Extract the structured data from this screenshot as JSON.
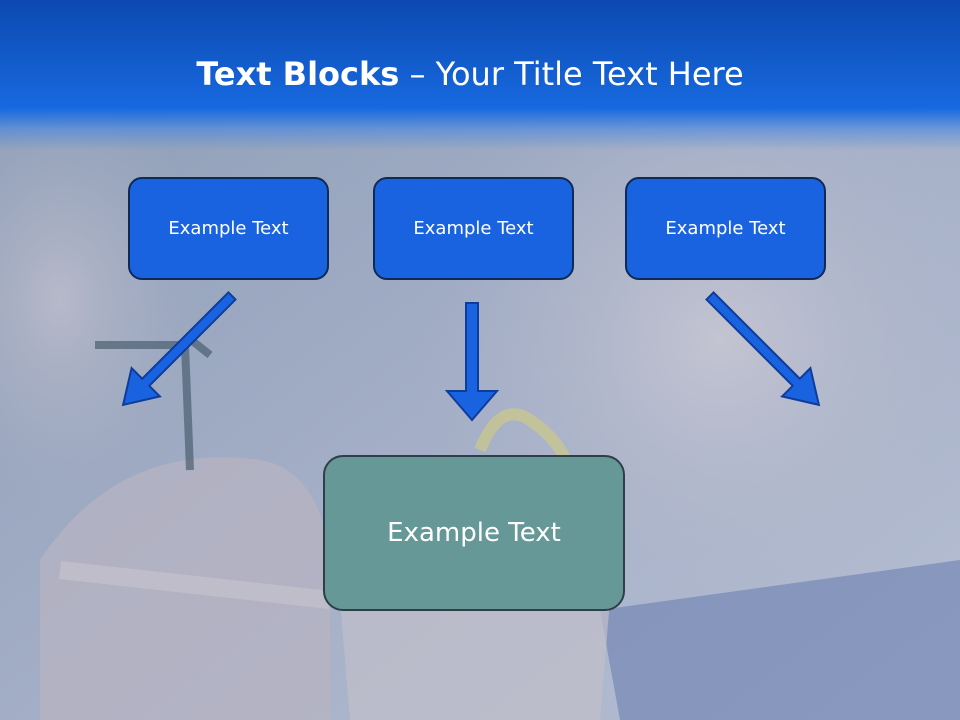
{
  "slide": {
    "title_bold": "Text Blocks",
    "title_dash": " – ",
    "title_rest": "Your Title Text Here"
  },
  "blocks": [
    {
      "text": "Example Text"
    },
    {
      "text": "Example Text"
    },
    {
      "text": "Example Text"
    }
  ],
  "target_block": {
    "text": "Example Text"
  },
  "colors": {
    "title_band": "#1769e0",
    "block_fill": "#1a63e0",
    "target_fill": "#659896",
    "arrow_fill": "#1a63e0"
  },
  "icons": [
    "arrow-down-right-icon",
    "arrow-down-icon",
    "arrow-down-left-icon"
  ]
}
